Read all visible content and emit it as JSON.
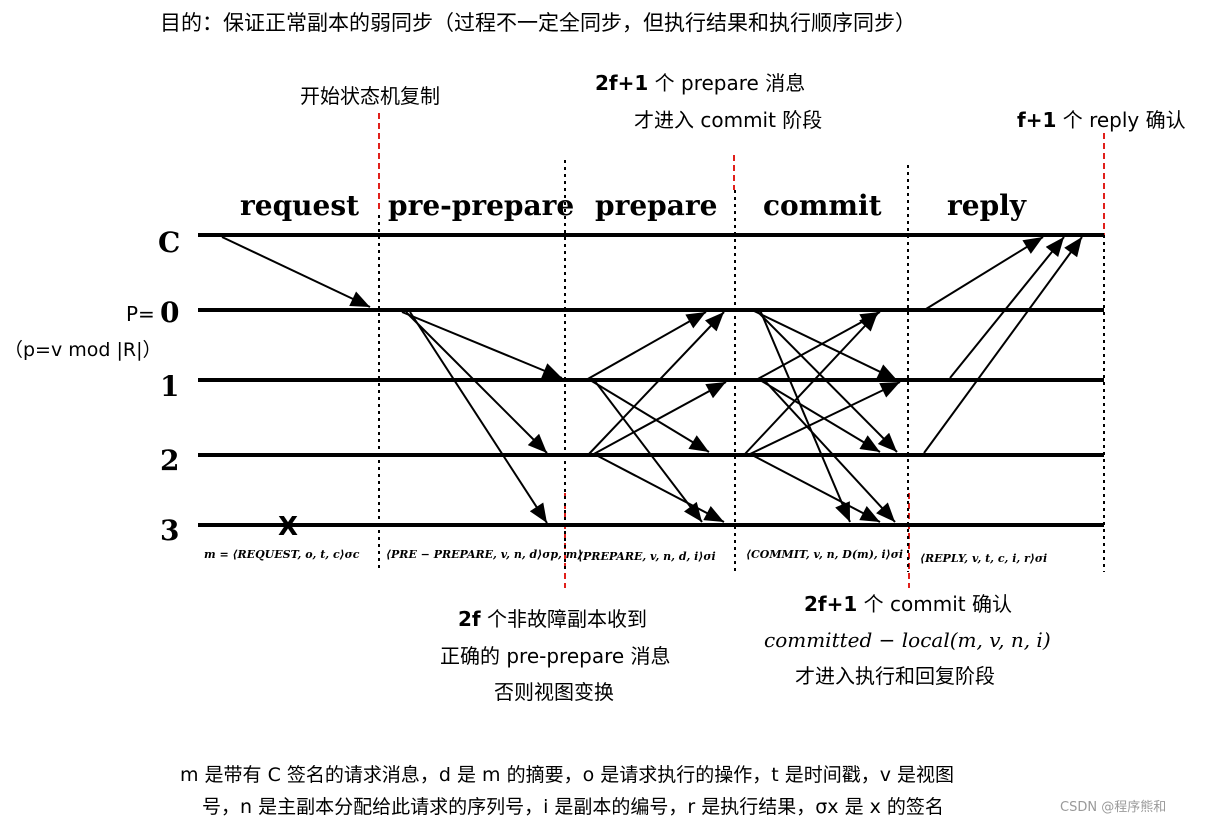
{
  "header": {
    "purpose": "目的：保证正常副本的弱同步（过程不一定全同步，但执行结果和执行顺序同步）"
  },
  "phases": [
    {
      "label": "request"
    },
    {
      "label": "pre-prepare"
    },
    {
      "label": "prepare"
    },
    {
      "label": "commit"
    },
    {
      "label": "reply"
    }
  ],
  "nodes": {
    "client": "C",
    "primary_prefix": "P=",
    "replica0": "0",
    "primary_formula": "（p=v mod |R|）",
    "replica1": "1",
    "replica2": "2",
    "replica3": "3",
    "faulty_mark": "X"
  },
  "messages": {
    "request": "m = ⟨REQUEST, o, t, c⟩σc",
    "preprepare": "⟨PRE − PREPARE, v, n, d⟩σp, m⟩",
    "prepare": "⟨PREPARE, v, n, d, i⟩σi",
    "commit": "⟨COMMIT, v, n, D(m), i⟩σi",
    "reply": "⟨REPLY, v, t, c, i, r⟩σi"
  },
  "annotations": {
    "start": "开始状态机复制",
    "prepare_quorum_line1_bold": "2f+1",
    "prepare_quorum_line1_rest": " 个 prepare 消息",
    "prepare_quorum_line2": "才进入 commit 阶段",
    "reply_quorum_bold": "f+1",
    "reply_quorum_rest": " 个 reply 确认",
    "preprepare_line1_bold": "2f",
    "preprepare_line1_rest": " 个非故障副本收到",
    "preprepare_line2": "正确的 pre-prepare 消息",
    "preprepare_line3": "否则视图变换",
    "commit_line1_bold": "2f+1",
    "commit_line1_rest": " 个 commit 确认",
    "commit_line2": "committed − local(m, v, n, i)",
    "commit_line3": "才进入执行和回复阶段"
  },
  "legend": {
    "line1": "m 是带有 C 签名的请求消息，d 是 m 的摘要，o 是请求执行的操作，t 是时间戳，v 是视图",
    "line2": "号，n 是主副本分配给此请求的序列号，i 是副本的编号，r 是执行结果，σx 是 x 的签名"
  },
  "watermark": "CSDN @程序熊和",
  "colors": {
    "line": "#000000",
    "marker": "#e0201b",
    "watermark": "#9a9a9a"
  }
}
